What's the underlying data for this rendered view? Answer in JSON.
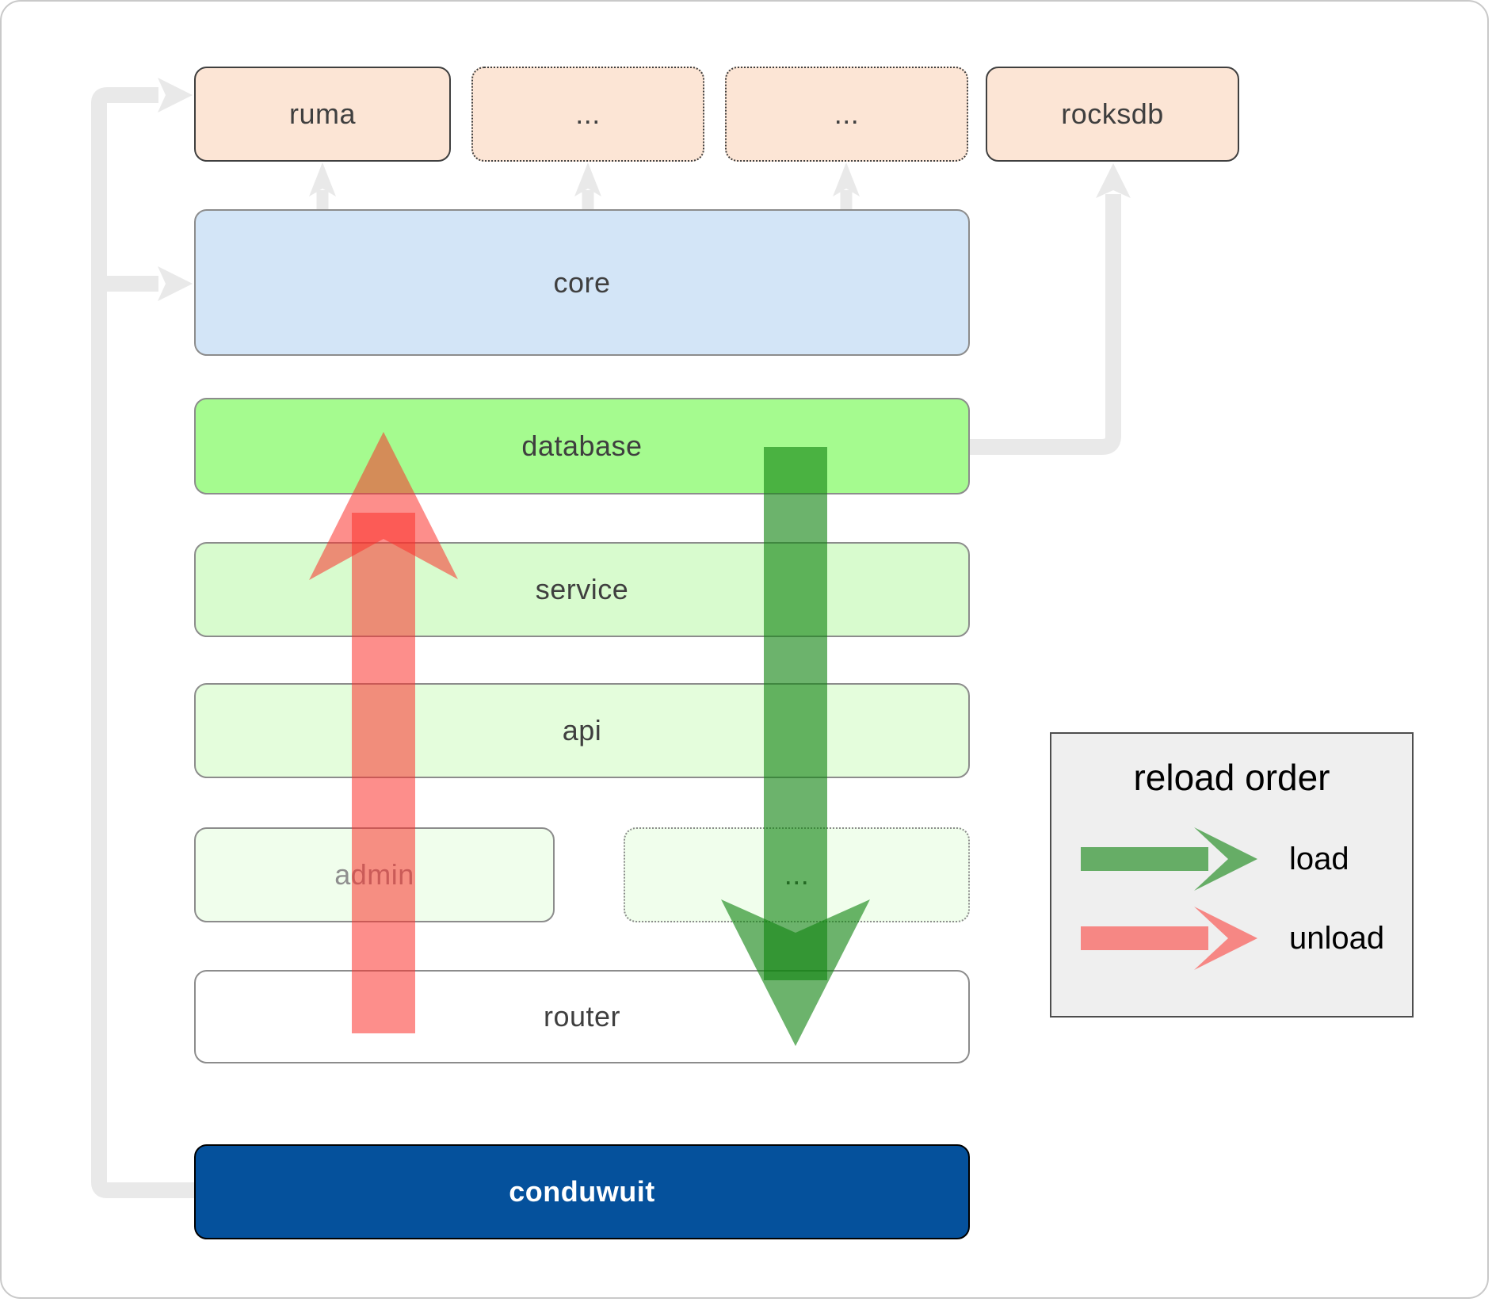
{
  "boxes": {
    "ruma": "ruma",
    "dots1": "...",
    "dots2": "...",
    "rocksdb": "rocksdb",
    "core": "core",
    "database": "database",
    "service": "service",
    "api": "api",
    "admin": "admin",
    "admin_dots": "...",
    "router": "router",
    "conduwuit": "conduwuit"
  },
  "legend": {
    "title": "reload order",
    "load_label": "load",
    "unload_label": "unload"
  },
  "colors": {
    "load_arrow": "#128412",
    "unload_arrow": "#fb322c",
    "connector_gray": "#e9e9e9",
    "conduwuit_bg": "#05519c",
    "database_bg": "#a5fb8f",
    "core_bg": "#d3e5f7",
    "dependency_bg": "#fce5d5"
  }
}
